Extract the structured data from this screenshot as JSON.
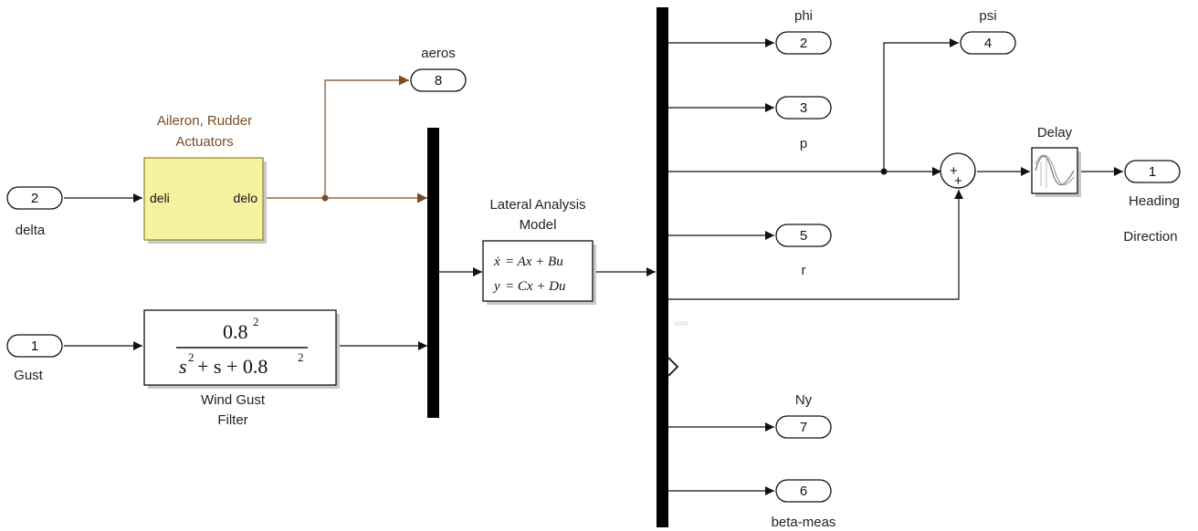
{
  "inports": {
    "delta": {
      "number": "2",
      "name": "delta"
    },
    "gust": {
      "number": "1",
      "name": "Gust"
    }
  },
  "outports": {
    "aeros": {
      "number": "8",
      "name": "aeros"
    },
    "phi": {
      "number": "2",
      "name": "phi"
    },
    "p": {
      "number": "3",
      "name": "p"
    },
    "psi": {
      "number": "4",
      "name": "psi"
    },
    "r": {
      "number": "5",
      "name": "r"
    },
    "heading": {
      "number": "1",
      "name_line1": "Heading",
      "name_line2": "Direction"
    },
    "ny": {
      "number": "7",
      "name": "Ny"
    },
    "beta": {
      "number": "6",
      "name": "beta-meas"
    }
  },
  "actuators": {
    "label_line1": "Aileron, Rudder",
    "label_line2": "Actuators",
    "in_port": "deli",
    "out_port": "delo",
    "color": "#f5f2a0",
    "line_color": "#7a4a22"
  },
  "filter": {
    "label_line1": "Wind Gust",
    "label_line2": "Filter",
    "num_base": "0.8",
    "num_exp": "2",
    "den_s": "s",
    "den_s_exp": "2",
    "den_rest": "+ s + 0.8",
    "den_exp": "2"
  },
  "model": {
    "label_line1": "Lateral Analysis",
    "label_line2": "Model",
    "eq1_lhs": "ẋ",
    "eq1_rhs": "= Ax + Bu",
    "eq2_lhs": "y",
    "eq2_rhs": "= Cx + Du"
  },
  "sum": {
    "sign1": "+",
    "sign2": "+"
  },
  "delay": {
    "label": "Delay"
  }
}
